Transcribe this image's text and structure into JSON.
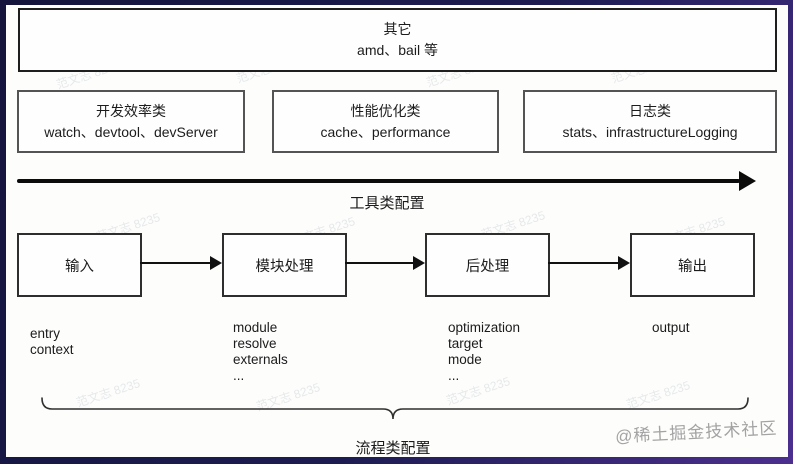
{
  "diagram": {
    "other_box": {
      "title": "其它",
      "items": "amd、bail 等"
    },
    "tool_categories": [
      {
        "title": "开发效率类",
        "items": "watch、devtool、devServer"
      },
      {
        "title": "性能优化类",
        "items": "cache、performance"
      },
      {
        "title": "日志类",
        "items": "stats、infrastructureLogging"
      }
    ],
    "tool_axis_label": "工具类配置",
    "flow": {
      "stages": [
        {
          "label": "输入",
          "props": "entry\ncontext"
        },
        {
          "label": "模块处理",
          "props": "module\nresolve\nexternals\n..."
        },
        {
          "label": "后处理",
          "props": "optimization\ntarget\nmode\n..."
        },
        {
          "label": "输出",
          "props": "output"
        }
      ],
      "brace_label": "流程类配置"
    }
  },
  "watermark": {
    "main": "@稀土掘金技术社区",
    "tile": "范文志 8235"
  },
  "colors": {
    "frame_dark": "#14143c",
    "frame_purple": "#4c2f8f",
    "box_border_dark": "#1e1e1e",
    "box_border_gray": "#545454",
    "arrow_black": "#0b0b0b",
    "watermark_gray": "#a3a3a3"
  }
}
